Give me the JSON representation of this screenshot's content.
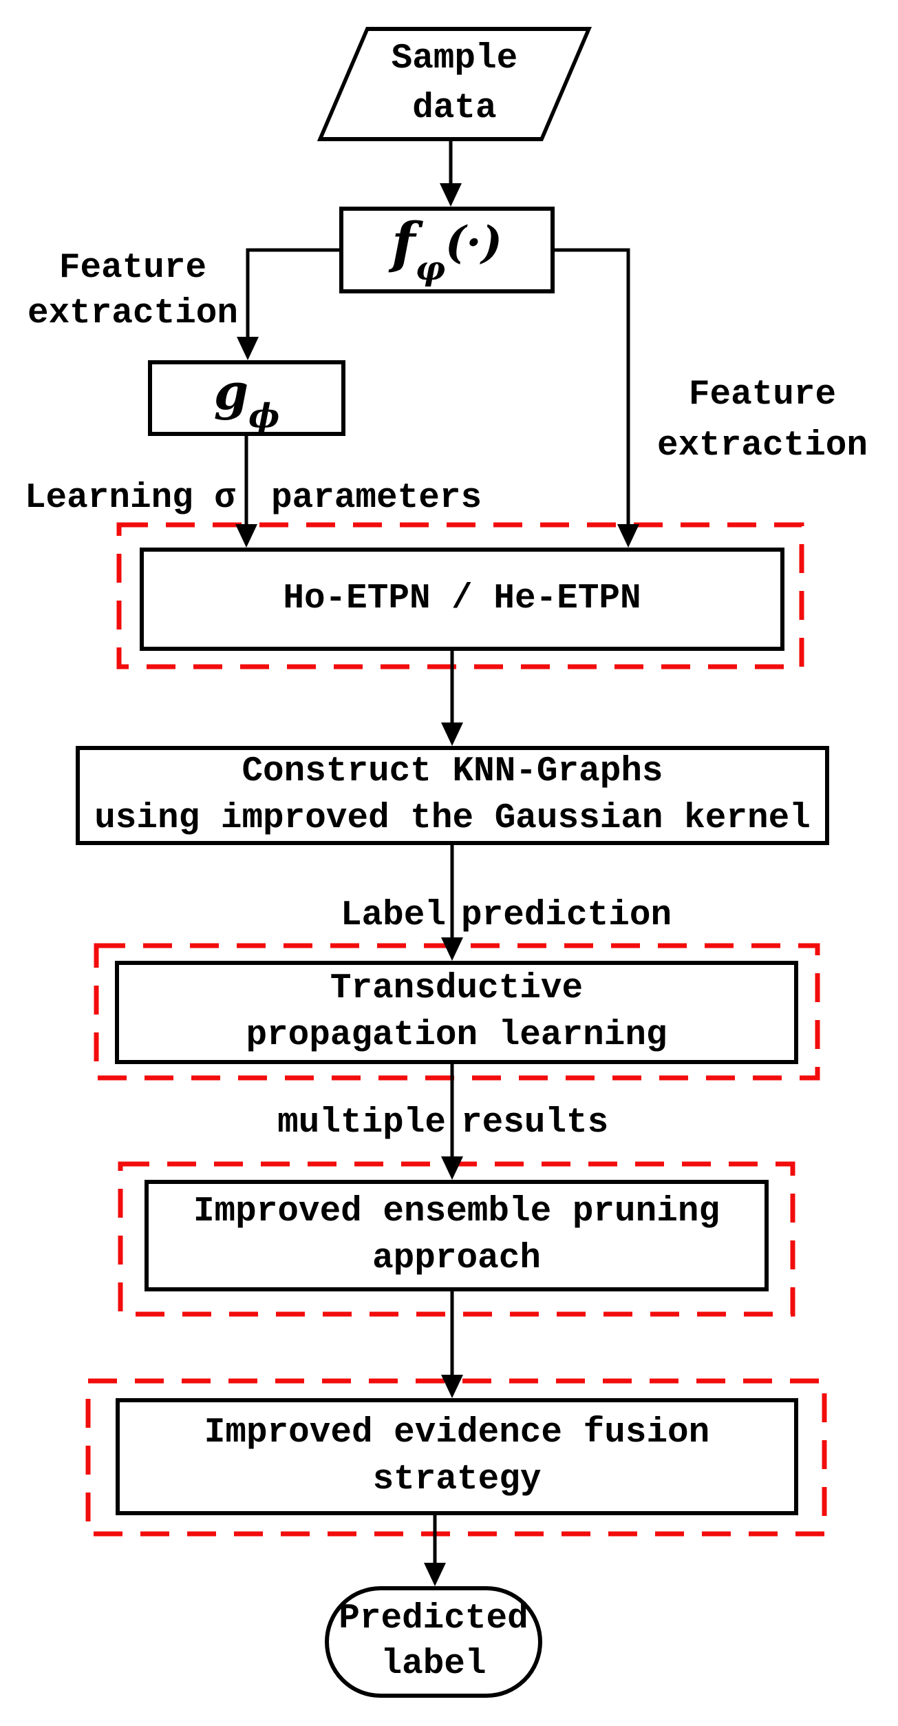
{
  "diagram": {
    "colors": {
      "highlight": "#f20c0c",
      "stroke": "#000000",
      "background": "#ffffff"
    },
    "nodes": {
      "sample_data": {
        "lines": [
          "Sample",
          "data"
        ]
      },
      "feature_net": {
        "base": "f",
        "sub": "φ",
        "args": "(·)"
      },
      "embedding_net": {
        "base": "g",
        "sub": "ϕ"
      },
      "etpn": {
        "label": "Ho-ETPN / He-ETPN"
      },
      "knn": {
        "lines": [
          "Construct KNN-Graphs",
          "using improved the Gaussian kernel"
        ]
      },
      "transductive": {
        "lines": [
          "Transductive",
          "propagation learning"
        ]
      },
      "pruning": {
        "lines": [
          "Improved ensemble pruning",
          "approach"
        ]
      },
      "fusion": {
        "lines": [
          "Improved evidence fusion",
          "strategy"
        ]
      },
      "predicted": {
        "lines": [
          "Predicted",
          "label"
        ]
      }
    },
    "edge_labels": {
      "feature_extraction_left": {
        "lines": [
          "Feature",
          "extraction"
        ]
      },
      "feature_extraction_right": {
        "lines": [
          "Feature",
          "extraction"
        ]
      },
      "learning_sigma": {
        "left": "Learning σ",
        "right": "parameters"
      },
      "label_prediction": {
        "left": "Label",
        "right": "prediction"
      },
      "multiple_results": {
        "left": "multiple",
        "right": "results"
      }
    }
  }
}
